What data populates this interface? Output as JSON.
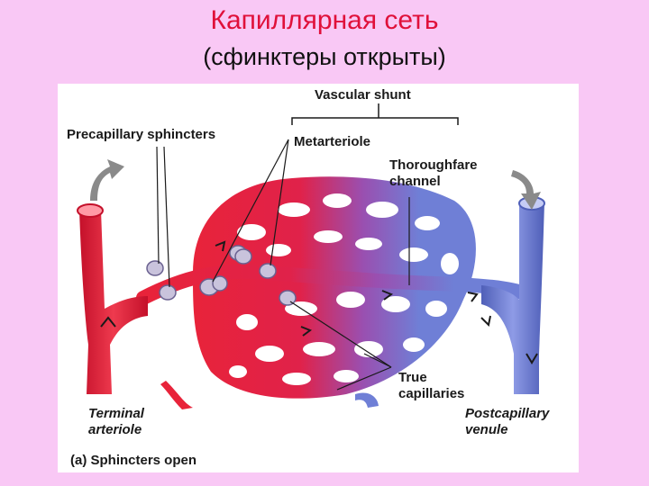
{
  "slide": {
    "title": "Капиллярная сеть",
    "subtitle": "(сфинктеры открыты)"
  },
  "figure": {
    "labels": {
      "vascular_shunt": "Vascular shunt",
      "precapillary_sphincters": "Precapillary sphincters",
      "metarteriole": "Metarteriole",
      "thoroughfare_line1": "Thoroughfare",
      "thoroughfare_line2": "channel",
      "true_line1": "True",
      "true_line2": "capillaries",
      "terminal_line1": "Terminal",
      "terminal_line2": "arteriole",
      "postcapillary_line1": "Postcapillary",
      "postcapillary_line2": "venule",
      "caption": "(a) Sphincters open"
    },
    "colors": {
      "arterial": "#e8233a",
      "venous": "#6f7fd6",
      "sphincter": "#c9c3dc",
      "flow_arrow": "#8a8a8a"
    }
  }
}
